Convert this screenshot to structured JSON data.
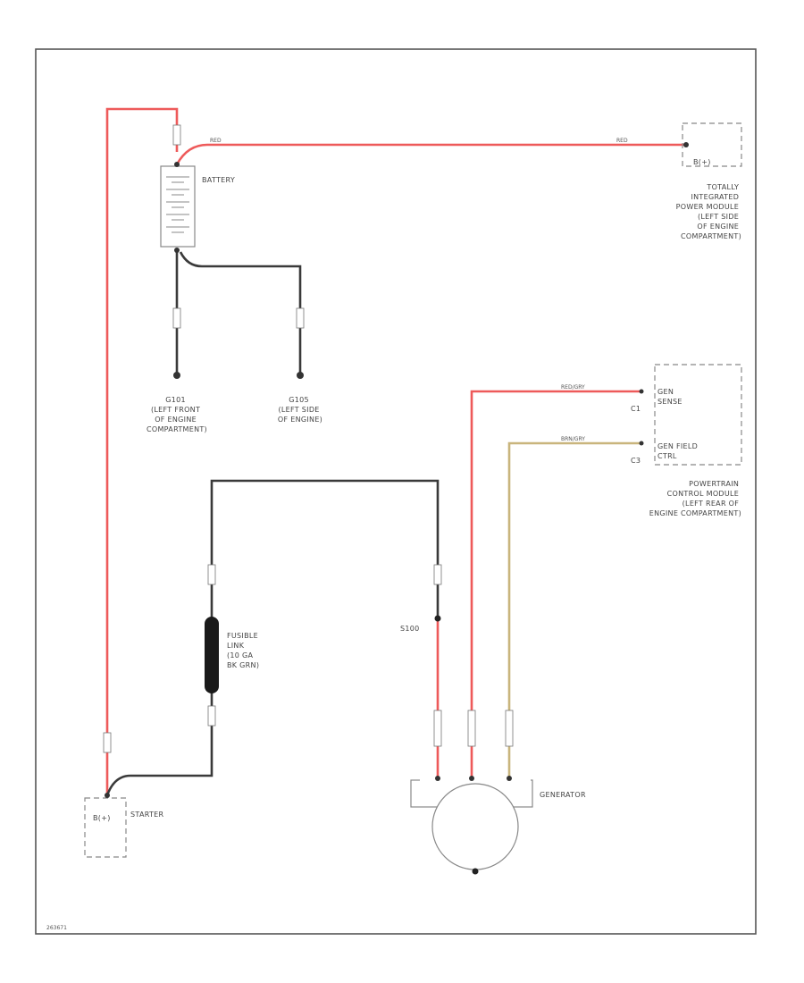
{
  "colors": {
    "frame": "#555555",
    "wire_red": "#ee5a5a",
    "wire_black": "#3a3a3a",
    "wire_tan": "#c9b57c",
    "component": "#888888"
  },
  "battery": {
    "label": "BATTERY"
  },
  "tipm": {
    "pin": "B(+)",
    "label_lines": [
      "TOTALLY",
      "INTEGRATED",
      "POWER MODULE",
      "(LEFT SIDE",
      "OF ENGINE",
      "COMPARTMENT)"
    ]
  },
  "ground_g101": {
    "label_lines": [
      "G101",
      "(LEFT FRONT",
      "OF ENGINE",
      "COMPARTMENT)"
    ]
  },
  "ground_g105": {
    "label_lines": [
      "G105",
      "(LEFT SIDE",
      "OF ENGINE)"
    ]
  },
  "pcm": {
    "c1_pin": "C1",
    "c1_func": [
      "GEN",
      "SENSE"
    ],
    "c3_pin": "C3",
    "c3_func": [
      "GEN FIELD",
      "CTRL"
    ],
    "label_lines": [
      "POWERTRAIN",
      "CONTROL MODULE",
      "(LEFT REAR OF",
      "ENGINE COMPARTMENT)"
    ]
  },
  "fusible_link": {
    "label_lines": [
      "FUSIBLE",
      "LINK",
      "(10 GA",
      "BK GRN)"
    ]
  },
  "splice": {
    "label": "S100"
  },
  "starter": {
    "pin": "B(+)",
    "label": "STARTER"
  },
  "generator": {
    "label": "GENERATOR"
  },
  "wire_labels": {
    "bat_tipm_a": "RED",
    "bat_tipm_b": "RED",
    "sense": "RED/GRY",
    "field": "BRN/GRY"
  },
  "footer": {
    "code": "263671"
  }
}
